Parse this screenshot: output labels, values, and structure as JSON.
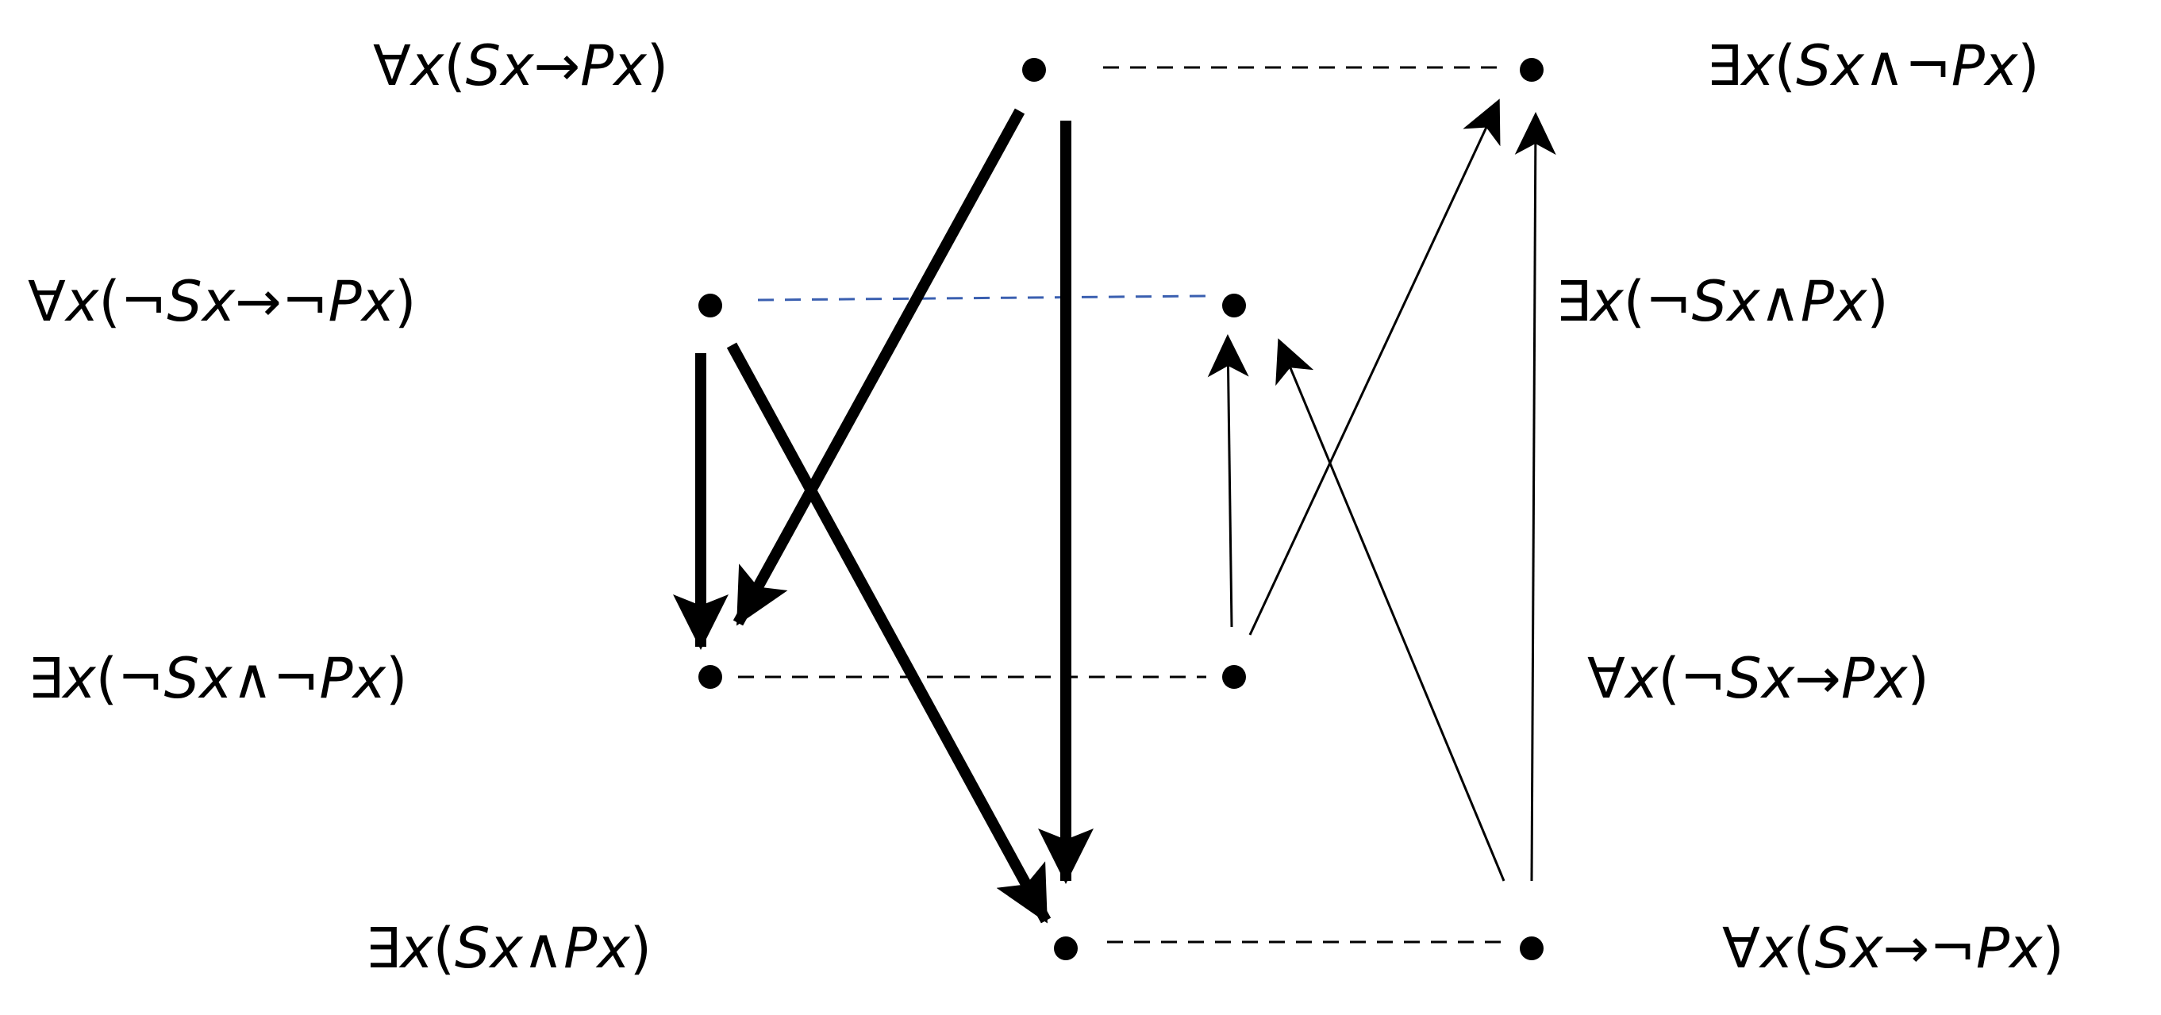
{
  "formulas": {
    "universal_affirmative": "∀x(Sx→Px)",
    "particular_negative": "∃x(Sx∧¬Px)",
    "contrapositive_universal": "∀x(¬Sx→¬Px)",
    "contrapositive_particular": "∃x(¬Sx∧Px)",
    "complement_particular": "∃x(¬Sx∧¬Px)",
    "complement_universal": "∀x(¬Sx→Px)",
    "particular_affirmative": "∃x(Sx∧Px)",
    "universal_negative": "∀x(Sx→¬Px)"
  },
  "colors": {
    "ink": "#000000",
    "accent_dashed": "#3a5fb0",
    "background": "#ffffff"
  }
}
